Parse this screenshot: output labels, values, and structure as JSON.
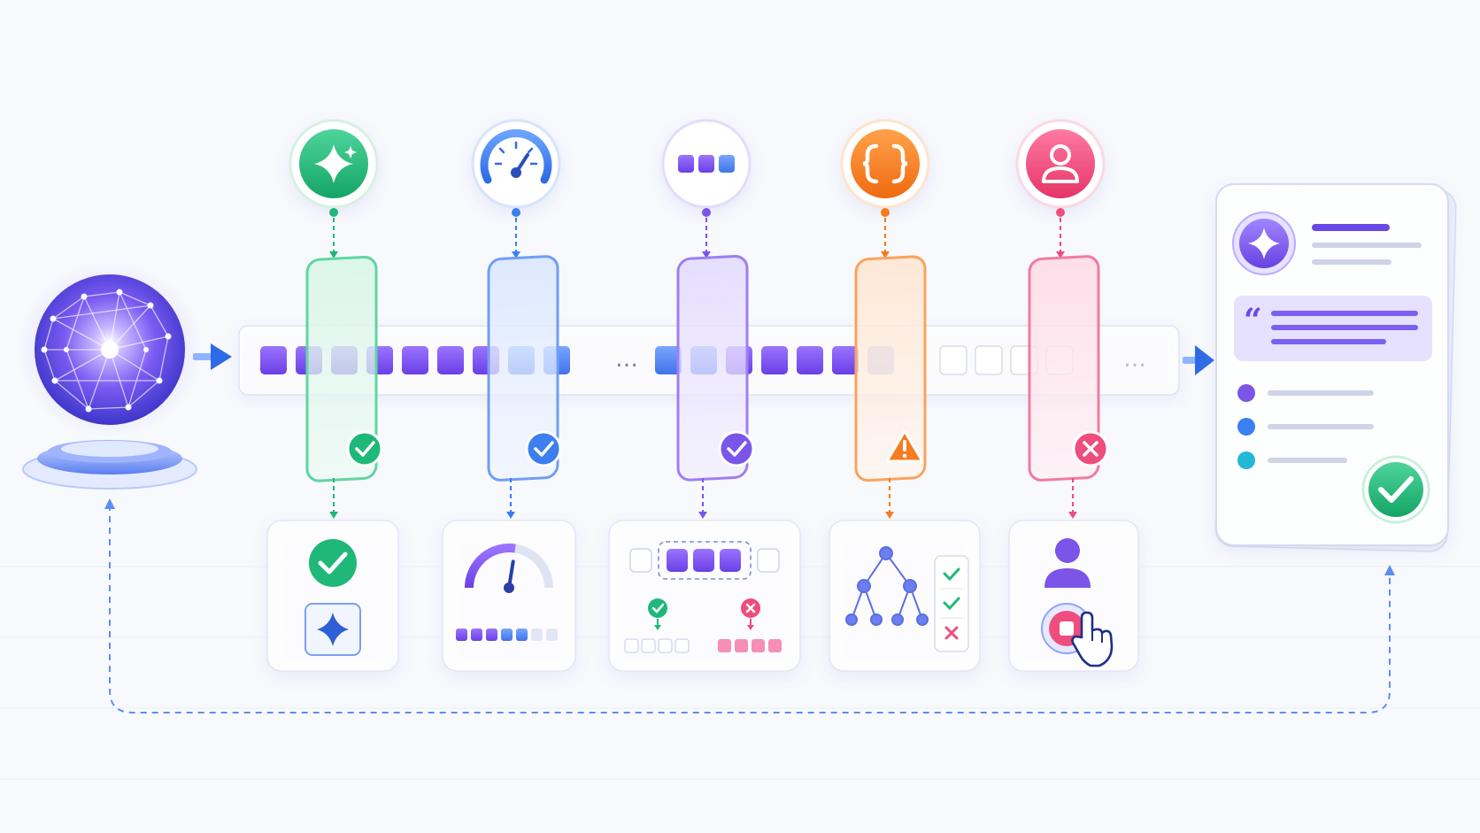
{
  "colors": {
    "background": "#f8f9fd",
    "green": "#1fb879",
    "blue": "#3b7ff0",
    "violet": "#7b55e8",
    "orange": "#f57c1f",
    "pink": "#ee4d7d",
    "token_purple": "#7b4ff0",
    "token_blue": "#4c86ef",
    "dashed_line": "#5b8ef0"
  },
  "source": {
    "icon": "neural-network-sphere-icon"
  },
  "token_stream": {
    "left_group": {
      "count": 9,
      "palette": [
        "purple",
        "purple",
        "purple",
        "purple",
        "purple",
        "purple",
        "purple",
        "blue",
        "blue"
      ]
    },
    "middle_group": {
      "count": 7,
      "palette": [
        "blue",
        "blue",
        "purple",
        "purple",
        "purple",
        "purple",
        "faded"
      ]
    },
    "empty_group": {
      "count": 4
    },
    "ellipsis": "…"
  },
  "filters": [
    {
      "id": "green",
      "top_icon": "sparkle-icon",
      "status": "check",
      "status_icon": "check-circle-icon"
    },
    {
      "id": "blue",
      "top_icon": "speedometer-icon",
      "status": "check",
      "status_icon": "check-circle-icon"
    },
    {
      "id": "violet",
      "top_icon": "token-blocks-icon",
      "status": "check",
      "status_icon": "check-circle-icon"
    },
    {
      "id": "orange",
      "top_icon": "code-braces-icon",
      "status": "warning",
      "status_icon": "warning-triangle-icon"
    },
    {
      "id": "pink",
      "top_icon": "user-icon",
      "status": "error",
      "status_icon": "x-circle-icon"
    }
  ],
  "detail_cards": [
    {
      "name": "validation-card",
      "icons": [
        "check-circle-icon",
        "sparkle-icon"
      ]
    },
    {
      "name": "rate-limit-card",
      "icons": [
        "gauge-icon"
      ],
      "gauge_level": 0.55,
      "bar_filled": 5,
      "bar_total": 7
    },
    {
      "name": "token-window-card",
      "icons": [
        "check-circle-icon",
        "x-circle-icon"
      ],
      "kept_tokens": 4,
      "rejected_tokens": 4
    },
    {
      "name": "structure-card",
      "icons": [
        "tree-icon",
        "checklist-icon"
      ],
      "checklist": [
        "check",
        "check",
        "x"
      ]
    },
    {
      "name": "human-stop-card",
      "icons": [
        "user-icon",
        "stop-button-icon",
        "pointer-hand-icon"
      ]
    }
  ],
  "output_doc": {
    "badge_icon": "sparkle-icon",
    "quote_glyph": "“",
    "bullet_colors": [
      "#7b55e8",
      "#3b7ff0",
      "#22b8d6"
    ],
    "final_icon": "check-circle-icon"
  }
}
